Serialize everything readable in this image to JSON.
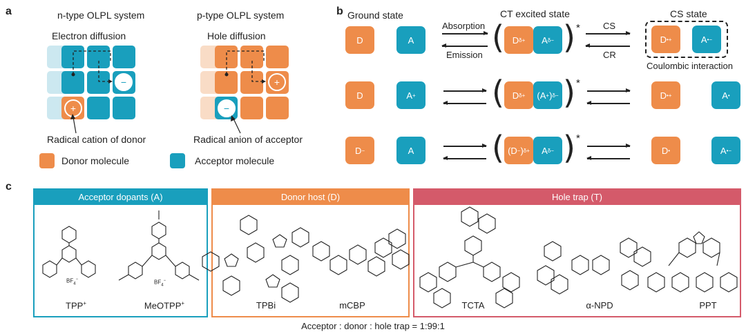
{
  "panel_a": {
    "label": "a",
    "ntype_title": "n-type OLPL system",
    "ptype_title": "p-type OLPL system",
    "electron_diffusion": "Electron diffusion",
    "hole_diffusion": "Hole diffusion",
    "radical_cation": "Radical cation of donor",
    "radical_anion": "Radical anion of acceptor",
    "legend_donor": "Donor molecule",
    "legend_acceptor": "Acceptor molecule",
    "plus": "+",
    "minus": "−"
  },
  "panel_b": {
    "label": "b",
    "ground_state": "Ground state",
    "ct_state": "CT excited state",
    "cs_state": "CS state",
    "absorption": "Absorption",
    "emission": "Emission",
    "cs": "CS",
    "cr": "CR",
    "coulombic": "Coulombic interaction",
    "rows": [
      {
        "gD": "D",
        "gA": "A",
        "ctD": "D",
        "ctDsup": "δ+",
        "ctA": "A",
        "ctAsup": "δ−",
        "csD": "D",
        "csDsup": "•+",
        "csA": "A",
        "csAsup": "•−"
      },
      {
        "gD": "D",
        "gA": "A",
        "gAsup": "+",
        "ctD": "D",
        "ctDsup": "δ+",
        "ctA": "(A",
        "ctAmid": "+",
        "ctAend": ")",
        "ctAsup": "δ−",
        "csD": "D",
        "csDsup": "•+",
        "csA": "A",
        "csAsup": "•"
      },
      {
        "gD": "D",
        "gDsup": "−",
        "gA": "A",
        "ctD": "(D",
        "ctDmid": "−",
        "ctDend": ")",
        "ctDsup": "δ+",
        "ctA": "A",
        "ctAsup": "δ−",
        "csD": "D",
        "csDsup": "•",
        "csA": "A",
        "csAsup": "•−"
      }
    ],
    "star": "*"
  },
  "panel_c": {
    "label": "c",
    "acceptor_title": "Acceptor dopants (A)",
    "donor_title": "Donor host (D)",
    "trap_title": "Hole trap (T)",
    "tpp": "TPP",
    "tpp_sup": "+",
    "meotpp": "MeOTPP",
    "meotpp_sup": "+",
    "tpbi": "TPBi",
    "mcbp": "mCBP",
    "tcta": "TCTA",
    "npd": "α-NPD",
    "ppt": "PPT",
    "bf4": "BF",
    "bf4_sub": "4",
    "bf4_sup": "−",
    "ratio": "Acceptor : donor : hole trap = 1:99:1"
  },
  "colors": {
    "donor": "#ee8c4a",
    "acceptor": "#199fbd",
    "trap": "#d45a6a",
    "light_teal": "#cce8f0",
    "light_orange": "#f9dcc6"
  }
}
